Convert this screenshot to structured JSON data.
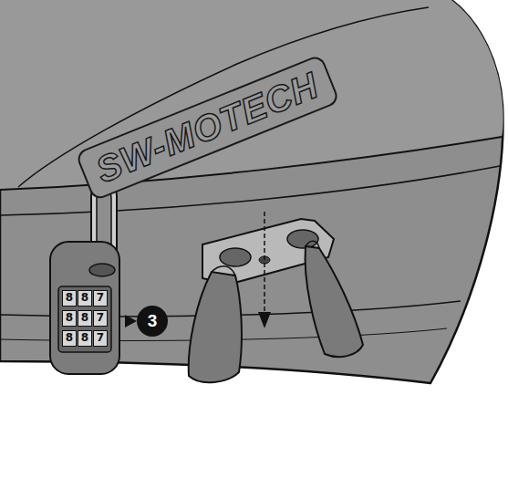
{
  "diagram": {
    "nodes": [
      {
        "text": [
          "3"
        ]
      }
    ],
    "labels": [
      "SW-MOTECH",
      "8",
      "8",
      "7",
      "8",
      "8",
      "7",
      "8",
      "8",
      "7"
    ]
  }
}
